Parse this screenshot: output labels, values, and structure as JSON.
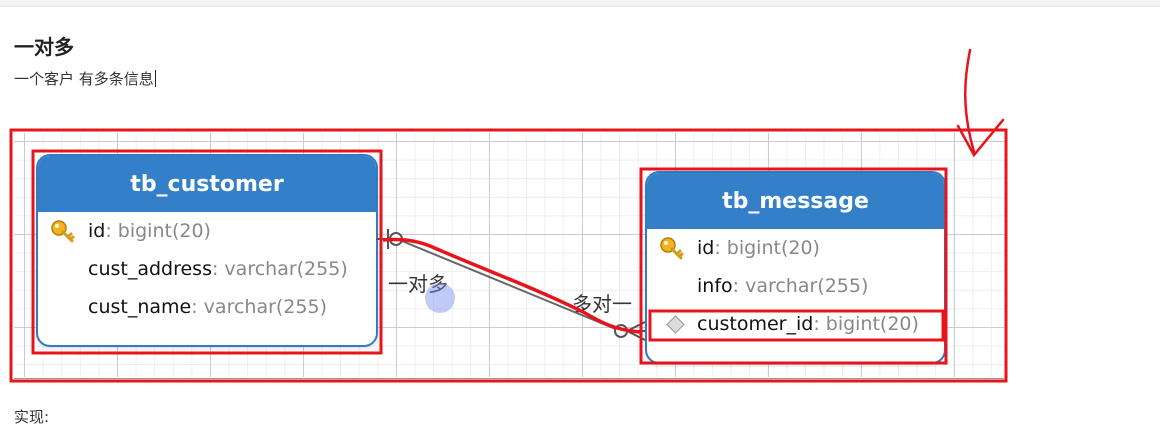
{
  "document": {
    "heading": "一对多",
    "description": "一个客户 有多条信息",
    "footer": "实现:"
  },
  "diagram": {
    "tables": [
      {
        "name": "tb_customer",
        "columns": [
          {
            "name": "id",
            "type": ": bigint(20)",
            "key": "primary-key"
          },
          {
            "name": "cust_address",
            "type": ": varchar(255)",
            "key": "none"
          },
          {
            "name": "cust_name",
            "type": ": varchar(255)",
            "key": "none"
          }
        ]
      },
      {
        "name": "tb_message",
        "columns": [
          {
            "name": "id",
            "type": ": bigint(20)",
            "key": "primary-key"
          },
          {
            "name": "info",
            "type": ": varchar(255)",
            "key": "none"
          },
          {
            "name": "customer_id",
            "type": ": bigint(20)",
            "key": "foreign-key"
          }
        ]
      }
    ],
    "relationship": {
      "label_one_to_many": "一对多",
      "label_many_to_one": "多对一"
    }
  },
  "colors": {
    "table_header": "#3480c8",
    "table_border": "#2f7cc4",
    "annotation": "#e8141b",
    "grid_major": "#c9ccd3",
    "grid_minor": "#eceef2",
    "type_text": "#888888"
  }
}
